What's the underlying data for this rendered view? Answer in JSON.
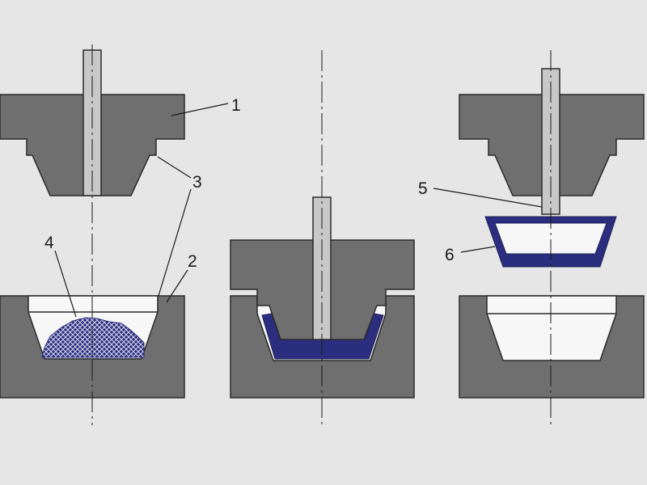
{
  "colors": {
    "background": "#e6e6e6",
    "mold_steel": "#6f6f6f",
    "mold_outline": "#2a2a2a",
    "plunger": "#c8c8c8",
    "cavity": "#f7f7f7",
    "compound": "#2b2e7e",
    "compound_hatch": "#d8d8ee",
    "leader": "#1a1a1a"
  },
  "callouts": {
    "c1": "1",
    "c2": "2",
    "c3": "3",
    "c4": "4",
    "c5": "5",
    "c6": "6"
  }
}
